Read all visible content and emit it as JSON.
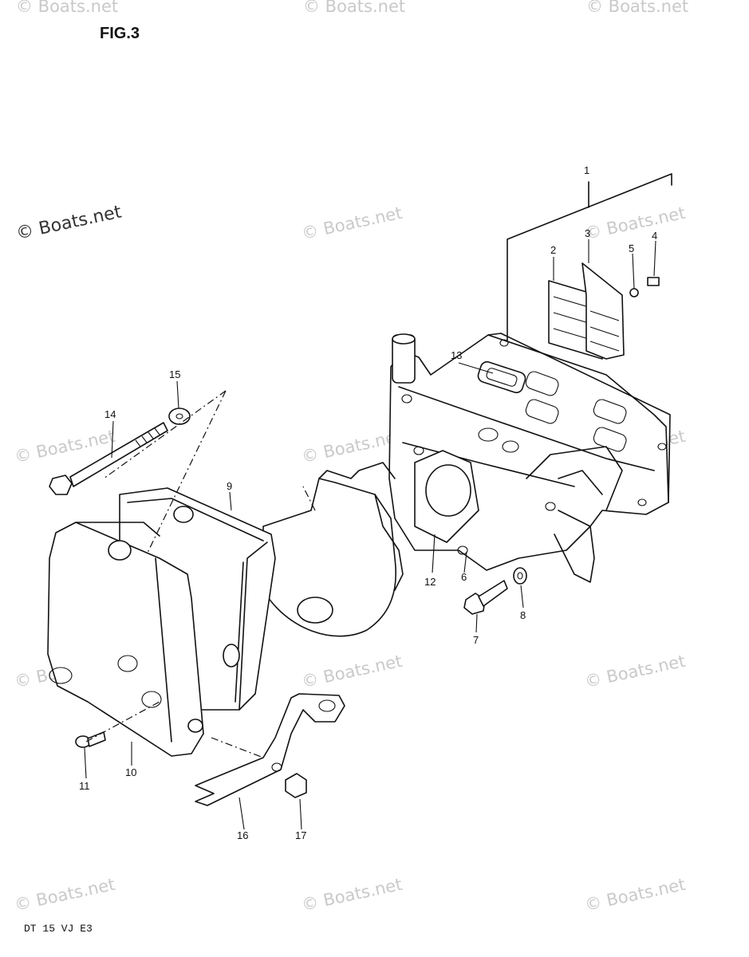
{
  "figure_title": "FIG.3",
  "footer_code": "DT 15 VJ E3",
  "watermark": "© Boats.net",
  "part_numbers": [
    "1",
    "2",
    "3",
    "4",
    "5",
    "6",
    "7",
    "8",
    "9",
    "10",
    "11",
    "12",
    "13",
    "14",
    "15",
    "16",
    "17"
  ]
}
